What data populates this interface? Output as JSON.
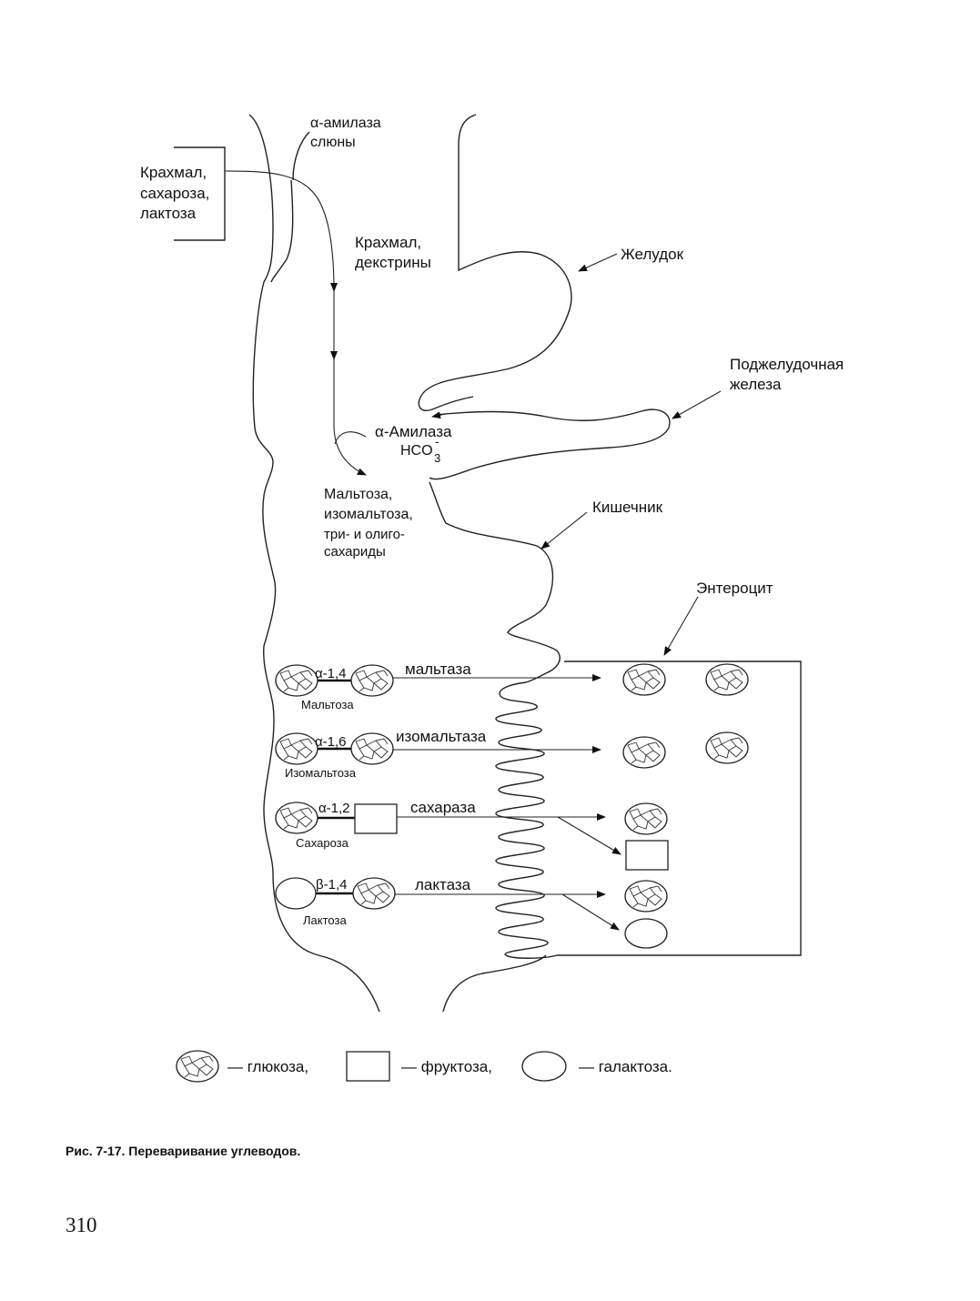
{
  "diagram": {
    "inputs": [
      "Крахмал,",
      "сахароза,",
      "лактоза"
    ],
    "saliva_enzyme": [
      "α-амилаза",
      "слюны"
    ],
    "intermediate": [
      "Крахмал,",
      "декстрины"
    ],
    "stomach_label": "Желудок",
    "pancreas_label": [
      "Поджелудочная",
      "железа"
    ],
    "pancreatic_enzyme": "α-Амилаза",
    "bicarbonate": {
      "base": "HCO",
      "sup": "-",
      "sub": "3"
    },
    "products": [
      "Мальтоза,",
      "изомальтоза,",
      "три- и олиго-",
      "сахариды"
    ],
    "intestine_label": "Кишечник",
    "enterocyte_label": "Энтероцит",
    "disaccharides": [
      {
        "name": "Мальтоза",
        "bond": "α-1,4",
        "enzyme": "мальтаза"
      },
      {
        "name": "Изомальтоза",
        "bond": "α-1,6",
        "enzyme": "изомальтаза"
      },
      {
        "name": "Сахароза",
        "bond": "α-1,2",
        "enzyme": "сахараза"
      },
      {
        "name": "Лактоза",
        "bond": "β-1,4",
        "enzyme": "лактаза"
      }
    ],
    "legend": {
      "glucose": "— глюкоза,",
      "fructose": "— фруктоза,",
      "galactose": "— галактоза."
    }
  },
  "caption": "Рис. 7-17. Переваривание углеводов.",
  "page_number": "310"
}
